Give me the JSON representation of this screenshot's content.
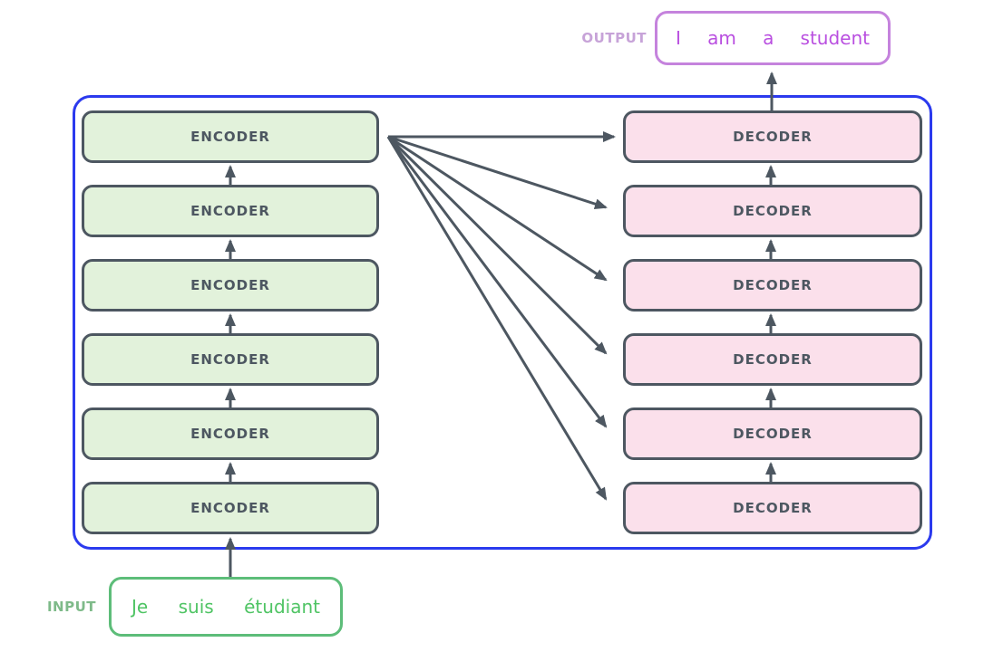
{
  "diagram": {
    "title_implicit": "Transformer encoder-decoder stack",
    "encoder_label": "ENCODER",
    "decoder_label": "DECODER",
    "num_encoder_layers": 6,
    "num_decoder_layers": 6,
    "output": {
      "label": "OUTPUT",
      "words": [
        "I",
        "am",
        "a",
        "student"
      ]
    },
    "input": {
      "label": "INPUT",
      "words": [
        "Je",
        "suis",
        "étudiant"
      ]
    }
  },
  "colors": {
    "blue": "#2b3aee",
    "slate": "#4d5761",
    "encfill": "#e2f2db",
    "decfill": "#fbe0eb",
    "outborder": "#c583dd",
    "outtext": "#b94fe0",
    "outlabel": "#c7a3d8",
    "inborder": "#5dbd79",
    "intext": "#4fc464",
    "inlabel": "#7eba89"
  }
}
